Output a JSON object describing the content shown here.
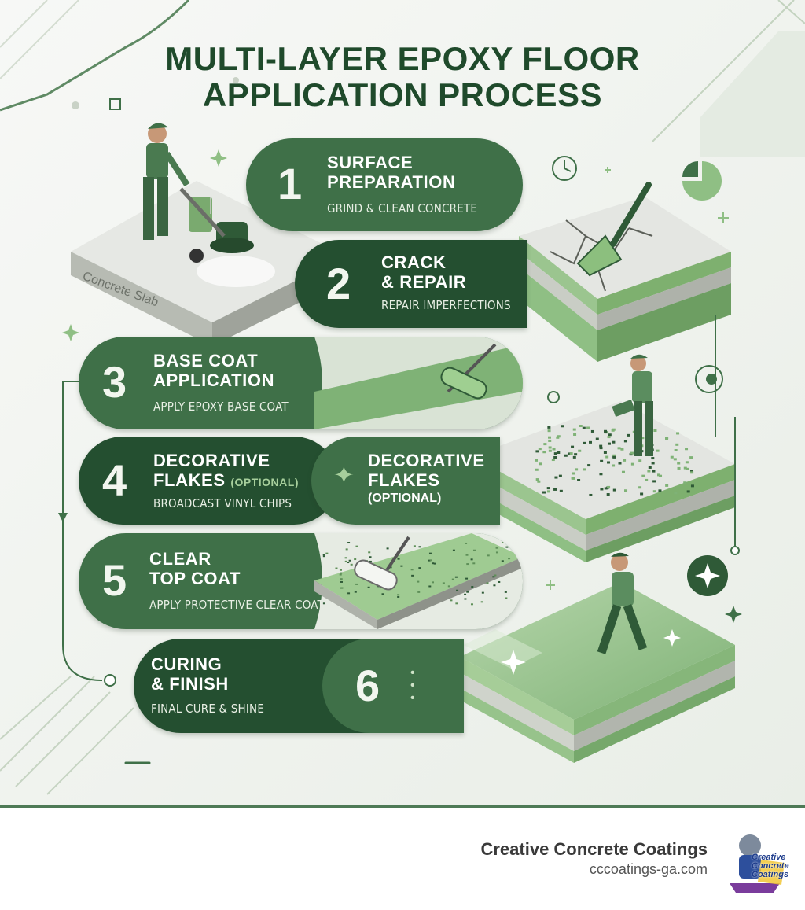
{
  "title_line1": "MULTI-LAYER EPOXY FLOOR",
  "title_line2": "APPLICATION PROCESS",
  "slab_label": "Concrete Slab",
  "steps": [
    {
      "num": "1",
      "title_l1": "SURFACE",
      "title_l2": "PREPARATION",
      "subtitle": "GRIND & CLEAN CONCRETE"
    },
    {
      "num": "2",
      "title_l1": "CRACK",
      "title_l2": "& REPAIR",
      "subtitle": "REPAIR IMPERFECTIONS"
    },
    {
      "num": "3",
      "title_l1": "BASE COAT",
      "title_l2": "APPLICATION",
      "subtitle": "APPLY EPOXY BASE COAT"
    },
    {
      "num": "4",
      "title_l1": "DECORATIVE",
      "title_l2": "FLAKES",
      "optional": "(OPTIONAL)",
      "subtitle": "BROADCAST VINYL CHIPS"
    },
    {
      "num": "5",
      "title_l1": "CLEAR",
      "title_l2": "TOP COAT",
      "subtitle": "APPLY PROTECTIVE CLEAR COAT"
    },
    {
      "num": "6",
      "title_l1": "CURING",
      "title_l2": "& FINISH",
      "subtitle": "FINAL CURE & SHINE"
    }
  ],
  "flakes_panel": {
    "l1": "DECORATIVE",
    "l2": "FLAKES",
    "l3": "(OPTIONAL)"
  },
  "footer": {
    "brand": "Creative Concrete Coatings",
    "url": "cccoatings-ga.com",
    "logo_text_l1": "Creative",
    "logo_text_l2": "Concrete",
    "logo_text_l3": "Coatings"
  },
  "colors": {
    "dark_green": "#244f30",
    "mid_green": "#3f7048",
    "light_green": "#8fbf84",
    "title_green": "#1f4a2b",
    "background": "#f2f4f1"
  },
  "icons": [
    "floor-grinder-icon",
    "trowel-icon",
    "paint-roller-icon",
    "clock-icon",
    "pie-chart-icon",
    "sparkle-icon"
  ]
}
